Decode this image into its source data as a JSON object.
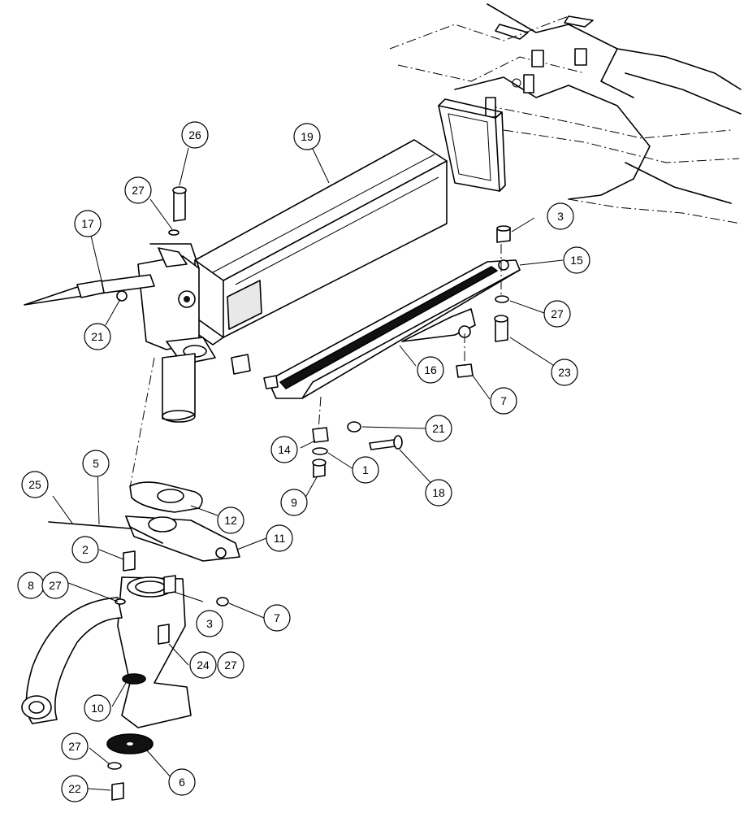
{
  "callouts": [
    {
      "id": "c26",
      "label": "26"
    },
    {
      "id": "c27a",
      "label": "27"
    },
    {
      "id": "c19",
      "label": "19"
    },
    {
      "id": "c17",
      "label": "17"
    },
    {
      "id": "c21a",
      "label": "21"
    },
    {
      "id": "c3a",
      "label": "3"
    },
    {
      "id": "c15",
      "label": "15"
    },
    {
      "id": "c27b",
      "label": "27"
    },
    {
      "id": "c23",
      "label": "23"
    },
    {
      "id": "c16",
      "label": "16"
    },
    {
      "id": "c7a",
      "label": "7"
    },
    {
      "id": "c21b",
      "label": "21"
    },
    {
      "id": "c14",
      "label": "14"
    },
    {
      "id": "c1",
      "label": "1"
    },
    {
      "id": "c18",
      "label": "18"
    },
    {
      "id": "c9",
      "label": "9"
    },
    {
      "id": "c25",
      "label": "25"
    },
    {
      "id": "c5",
      "label": "5"
    },
    {
      "id": "c12",
      "label": "12"
    },
    {
      "id": "c11",
      "label": "11"
    },
    {
      "id": "c2",
      "label": "2"
    },
    {
      "id": "c8",
      "label": "8"
    },
    {
      "id": "c27c",
      "label": "27"
    },
    {
      "id": "c3b",
      "label": "3"
    },
    {
      "id": "c7b",
      "label": "7"
    },
    {
      "id": "c24",
      "label": "24"
    },
    {
      "id": "c27d",
      "label": "27"
    },
    {
      "id": "c10",
      "label": "10"
    },
    {
      "id": "c27e",
      "label": "27"
    },
    {
      "id": "c6",
      "label": "6"
    },
    {
      "id": "c22",
      "label": "22"
    }
  ]
}
